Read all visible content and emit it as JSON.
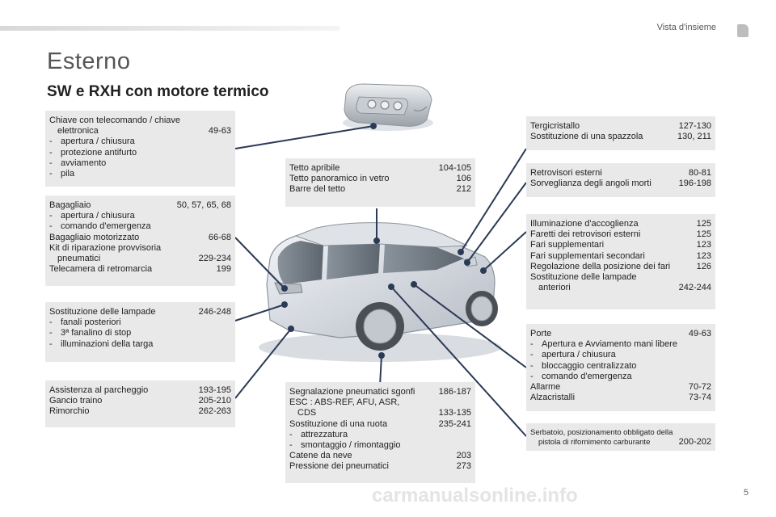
{
  "header": {
    "section": "Vista d'insieme",
    "page_number": "5"
  },
  "title": "Esterno",
  "subtitle": "SW e RXH con motore termico",
  "watermark": "carmanualsonline.info",
  "boxes": {
    "key": {
      "title_l1": "Chiave con telecomando / chiave",
      "title_l2": "elettronica",
      "title_pg": "49-63",
      "items": [
        "apertura / chiusura",
        "protezione antifurto",
        "avviamento",
        "pila"
      ]
    },
    "boot": {
      "title": "Bagagliaio",
      "title_pg": "50, 57, 65, 68",
      "items": [
        "apertura / chiusura",
        "comando d'emergenza"
      ],
      "r1": "Bagagliaio motorizzato",
      "r1_pg": "66-68",
      "r2_l1": "Kit di riparazione provvisoria",
      "r2_l2": "pneumatici",
      "r2_pg": "229-234",
      "r3": "Telecamera di retromarcia",
      "r3_pg": "199"
    },
    "lamps": {
      "title": "Sostituzione delle lampade",
      "title_pg": "246-248",
      "items": [
        "fanali posteriori",
        "3ª fanalino di stop",
        "illuminazioni della targa"
      ]
    },
    "park": {
      "r1": "Assistenza al parcheggio",
      "r1_pg": "193-195",
      "r2": "Gancio traino",
      "r2_pg": "205-210",
      "r3": "Rimorchio",
      "r3_pg": "262-263"
    },
    "roof": {
      "r1": "Tetto apribile",
      "r1_pg": "104-105",
      "r2": "Tetto panoramico in vetro",
      "r2_pg": "106",
      "r3": "Barre del tetto",
      "r3_pg": "212"
    },
    "tyres": {
      "r1": "Segnalazione pneumatici sgonfi",
      "r1_pg": "186-187",
      "r2_l1": "ESC : ABS-REF, AFU, ASR,",
      "r2_l2": "CDS",
      "r2_pg": "133-135",
      "r3": "Sostituzione di una ruota",
      "r3_pg": "235-241",
      "items": [
        "attrezzatura",
        "smontaggio / rimontaggio"
      ],
      "r4": "Catene da neve",
      "r4_pg": "203",
      "r5": "Pressione dei pneumatici",
      "r5_pg": "273"
    },
    "wipers": {
      "r1": "Tergicristallo",
      "r1_pg": "127-130",
      "r2": "Sostituzione di una spazzola",
      "r2_pg": "130, 211"
    },
    "mirrors": {
      "r1": "Retrovisori esterni",
      "r1_pg": "80-81",
      "r2": "Sorveglianza degli angoli morti",
      "r2_pg": "196-198"
    },
    "lights": {
      "r1": "Illuminazione d'accoglienza",
      "r1_pg": "125",
      "r2": "Faretti dei retrovisori esterni",
      "r2_pg": "125",
      "r3": "Fari supplementari",
      "r3_pg": "123",
      "r4": "Fari supplementari secondari",
      "r4_pg": "123",
      "r5": "Regolazione della posizione dei fari",
      "r5_pg": "126",
      "r6_l1": "Sostituzione delle lampade",
      "r6_l2": "anteriori",
      "r6_pg": "242-244"
    },
    "doors": {
      "title": "Porte",
      "title_pg": "49-63",
      "items": [
        "Apertura e Avviamento mani libere",
        "apertura / chiusura",
        "bloccaggio centralizzato",
        "comando d'emergenza"
      ],
      "r1": "Allarme",
      "r1_pg": "70-72",
      "r2": "Alzacristalli",
      "r2_pg": "73-74"
    },
    "fuel": {
      "l1": "Serbatoio, posizionamento obbligato della",
      "l2": "pistola di rifornimento carburante",
      "pg": "200-202"
    }
  }
}
